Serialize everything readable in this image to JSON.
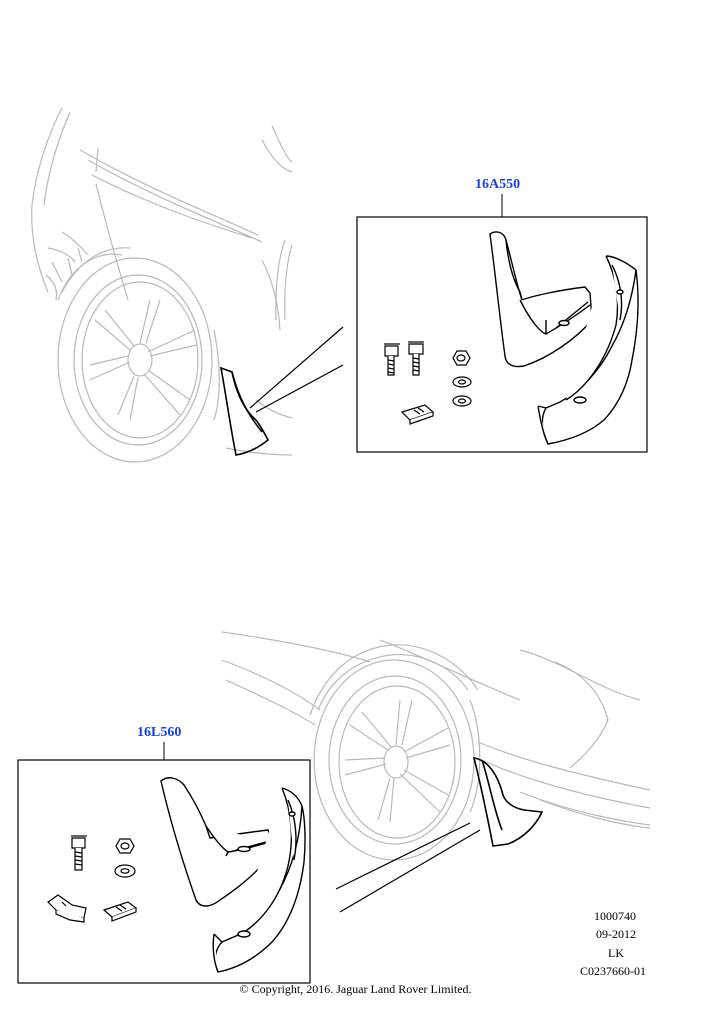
{
  "callouts": {
    "top_part": "16A550",
    "bottom_part": "16L560"
  },
  "reference": {
    "number": "1000740",
    "date": "09-2012",
    "initials": "LK",
    "code": "C0237660-01"
  },
  "copyright": "© Copyright, 2016. Jaguar Land Rover Limited.",
  "colors": {
    "callout_text": "#1a3fd6",
    "ghost_lines": "#b4b4b4",
    "part_lines": "#000000"
  }
}
